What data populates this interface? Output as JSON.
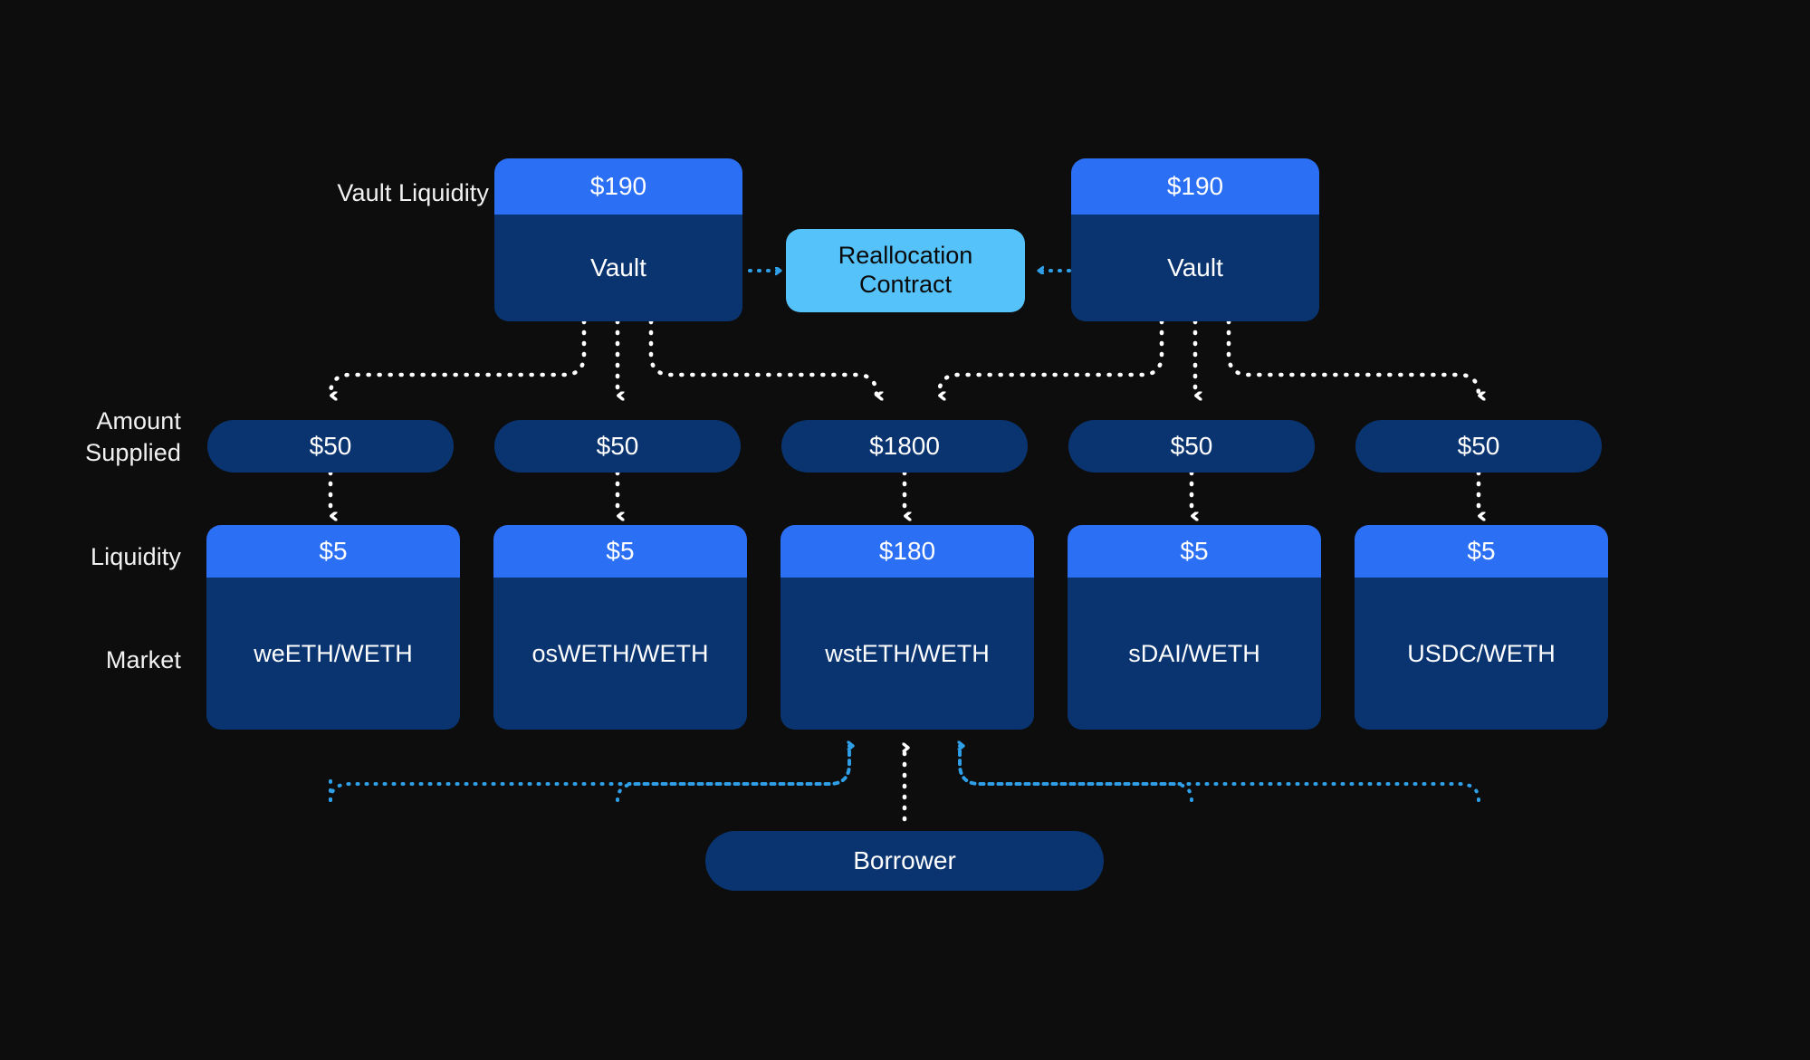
{
  "theme": {
    "background": "#0d0d0d",
    "accent_bright_blue": "#2b6ff5",
    "accent_navy": "#0a3470",
    "accent_cyan": "#55c3fa",
    "text_light": "#f2f2f2",
    "arrow_white": "#ffffff",
    "arrow_blue": "#2f9fe8"
  },
  "row_labels": {
    "vault_liquidity": "Vault Liquidity",
    "amount_supplied": "Amount\nSupplied",
    "liquidity": "Liquidity",
    "market": "Market"
  },
  "vaults": [
    {
      "liquidity": "$190",
      "name": "Vault"
    },
    {
      "liquidity": "$190",
      "name": "Vault"
    }
  ],
  "contract": {
    "label": "Reallocation\nContract"
  },
  "columns": [
    {
      "amount_supplied": "$50",
      "liquidity": "$5",
      "market": "weETH/WETH"
    },
    {
      "amount_supplied": "$50",
      "liquidity": "$5",
      "market": "osWETH/WETH"
    },
    {
      "amount_supplied": "$1800",
      "liquidity": "$180",
      "market": "wstETH/WETH"
    },
    {
      "amount_supplied": "$50",
      "liquidity": "$5",
      "market": "sDAI/WETH"
    },
    {
      "amount_supplied": "$50",
      "liquidity": "$5",
      "market": "USDC/WETH"
    }
  ],
  "borrower": {
    "label": "Borrower"
  },
  "chart_data": {
    "type": "diagram",
    "title": "Vault reallocation across WETH markets",
    "nodes": [
      {
        "id": "vault-left",
        "kind": "vault",
        "liquidity": 190,
        "label": "Vault"
      },
      {
        "id": "vault-right",
        "kind": "vault",
        "liquidity": 190,
        "label": "Vault"
      },
      {
        "id": "contract",
        "kind": "contract",
        "label": "Reallocation Contract"
      },
      {
        "id": "market-0",
        "kind": "market",
        "label": "weETH/WETH",
        "amount_supplied": 50,
        "liquidity": 5
      },
      {
        "id": "market-1",
        "kind": "market",
        "label": "osWETH/WETH",
        "amount_supplied": 50,
        "liquidity": 5
      },
      {
        "id": "market-2",
        "kind": "market",
        "label": "wstETH/WETH",
        "amount_supplied": 1800,
        "liquidity": 180
      },
      {
        "id": "market-3",
        "kind": "market",
        "label": "sDAI/WETH",
        "amount_supplied": 50,
        "liquidity": 5
      },
      {
        "id": "market-4",
        "kind": "market",
        "label": "USDC/WETH",
        "amount_supplied": 50,
        "liquidity": 5
      },
      {
        "id": "borrower",
        "kind": "actor",
        "label": "Borrower"
      }
    ],
    "edges": [
      {
        "from": "vault-left",
        "to": "contract",
        "style": "dotted-blue"
      },
      {
        "from": "vault-right",
        "to": "contract",
        "style": "dotted-blue"
      },
      {
        "from": "vault-left",
        "to": "market-0",
        "style": "dotted-white"
      },
      {
        "from": "vault-left",
        "to": "market-1",
        "style": "dotted-white"
      },
      {
        "from": "vault-left",
        "to": "market-2",
        "style": "dotted-white"
      },
      {
        "from": "vault-right",
        "to": "market-2",
        "style": "dotted-white"
      },
      {
        "from": "vault-right",
        "to": "market-3",
        "style": "dotted-white"
      },
      {
        "from": "vault-right",
        "to": "market-4",
        "style": "dotted-white"
      },
      {
        "from": "market-0",
        "to": "borrower",
        "style": "dotted-blue"
      },
      {
        "from": "market-1",
        "to": "borrower",
        "style": "dotted-blue"
      },
      {
        "from": "market-2",
        "to": "borrower",
        "style": "dotted-white"
      },
      {
        "from": "market-3",
        "to": "borrower",
        "style": "dotted-blue"
      },
      {
        "from": "market-4",
        "to": "borrower",
        "style": "dotted-blue"
      }
    ],
    "legend_rows": [
      "Vault Liquidity",
      "Amount Supplied",
      "Liquidity",
      "Market"
    ]
  }
}
